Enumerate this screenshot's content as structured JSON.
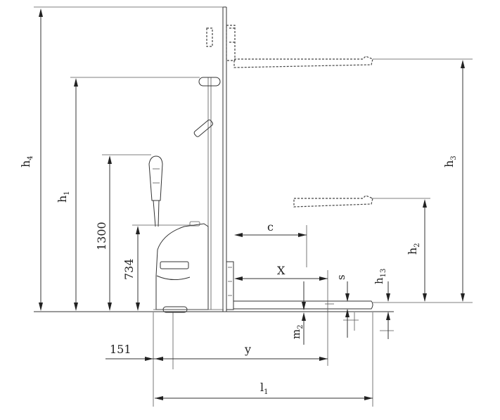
{
  "labels": {
    "h4": "h",
    "h4_sub": "4",
    "h1": "h",
    "h1_sub": "1",
    "dim_1300": "1300",
    "dim_734": "734",
    "h3": "h",
    "h3_sub": "3",
    "h2": "h",
    "h2_sub": "2",
    "h13": "h",
    "h13_sub": "13",
    "c": "c",
    "x": "X",
    "s": "s",
    "m2": "m",
    "m2_sub": "2",
    "dim_151": "151",
    "y": "y",
    "l1": "l",
    "l1_sub": "1"
  },
  "colors": {
    "line": "#333333",
    "text": "#222222",
    "background": "#ffffff"
  }
}
